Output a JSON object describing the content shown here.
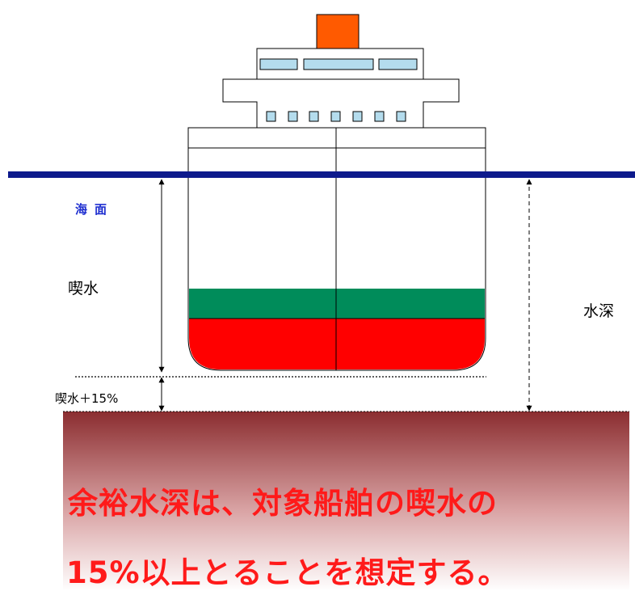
{
  "labels": {
    "sea_surface": "海面",
    "draft": "喫水",
    "water_depth": "水深",
    "draft_plus": "喫水＋15%"
  },
  "caption": {
    "line1": "余裕水深は、対象船舶の喫水の",
    "line2": "15%以上とることを想定する。"
  },
  "colors": {
    "sea_line": "#0d1a8c",
    "funnel": "#ff5a00",
    "window": "#b4dced",
    "ballast": "#008c5a",
    "cargo": "#ff0000",
    "seabed_top": "#8b2d30",
    "caption": "#ff1a1a",
    "sea_label": "#1f2fd0"
  }
}
